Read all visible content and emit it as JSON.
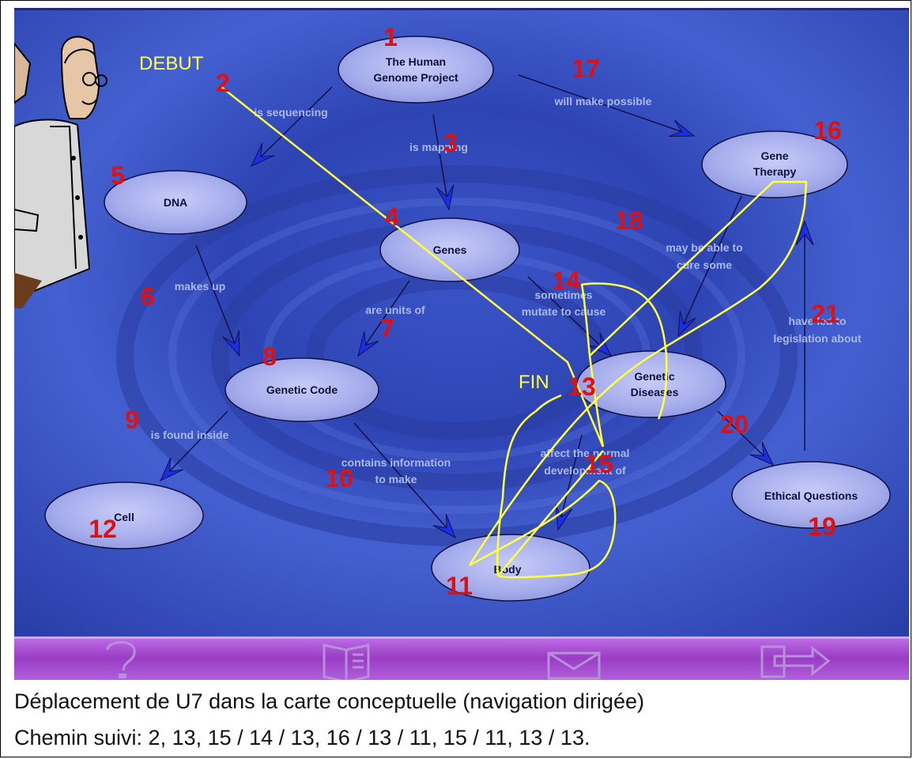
{
  "nodes": [
    {
      "id": "human-genome",
      "lines": [
        "The Human",
        "Genome Project"
      ]
    },
    {
      "id": "dna",
      "lines": [
        "DNA"
      ]
    },
    {
      "id": "genes",
      "lines": [
        "Genes"
      ]
    },
    {
      "id": "gene-therapy",
      "lines": [
        "Gene",
        "Therapy"
      ]
    },
    {
      "id": "genetic-code",
      "lines": [
        "Genetic Code"
      ]
    },
    {
      "id": "genetic-diseases",
      "lines": [
        "Genetic",
        "Diseases"
      ]
    },
    {
      "id": "cell",
      "lines": [
        "Cell"
      ]
    },
    {
      "id": "body",
      "lines": [
        "Body"
      ]
    },
    {
      "id": "ethical-questions",
      "lines": [
        "Ethical Questions"
      ]
    }
  ],
  "links": [
    {
      "id": "is-sequencing",
      "lines": [
        "is sequencing"
      ]
    },
    {
      "id": "is-mapping",
      "lines": [
        "is mapping"
      ]
    },
    {
      "id": "will-make-possible",
      "lines": [
        "will make possible"
      ]
    },
    {
      "id": "makes-up",
      "lines": [
        "makes up"
      ]
    },
    {
      "id": "are-units-of",
      "lines": [
        "are units of"
      ]
    },
    {
      "id": "sometimes-mutate",
      "lines": [
        "sometimes",
        "mutate to cause"
      ]
    },
    {
      "id": "may-be-able",
      "lines": [
        "may be able to",
        "cure some"
      ]
    },
    {
      "id": "have-led-to",
      "lines": [
        "have led to",
        "legislation about"
      ]
    },
    {
      "id": "is-found-inside",
      "lines": [
        "is found inside"
      ]
    },
    {
      "id": "contains-info",
      "lines": [
        "contains information",
        "to make"
      ]
    },
    {
      "id": "affect-normal",
      "lines": [
        "affect the normal",
        "development of"
      ]
    }
  ],
  "markers": [
    "1",
    "2",
    "3",
    "4",
    "5",
    "6",
    "7",
    "8",
    "9",
    "10",
    "11",
    "12",
    "13",
    "14",
    "15",
    "16",
    "17",
    "18",
    "19",
    "20",
    "21"
  ],
  "path_labels": {
    "start": "DEBUT",
    "end": "FIN"
  },
  "toolbar": [
    "help-icon",
    "book-icon",
    "mail-icon",
    "exit-arrow-icon"
  ],
  "colors": {
    "background": "#3c58c8",
    "node_fill": "#a8b0f0",
    "marker": "#e01010",
    "path": "#ffff40",
    "link_text": "#a9b9f0",
    "toolbar": "#a040c8"
  },
  "caption": {
    "line1": "Déplacement de U7 dans la carte conceptuelle (navigation dirigée)",
    "line2": "Chemin suivi: 2, 13, 15 / 14 / 13, 16 / 13 / 11, 15 / 11, 13 / 13."
  }
}
